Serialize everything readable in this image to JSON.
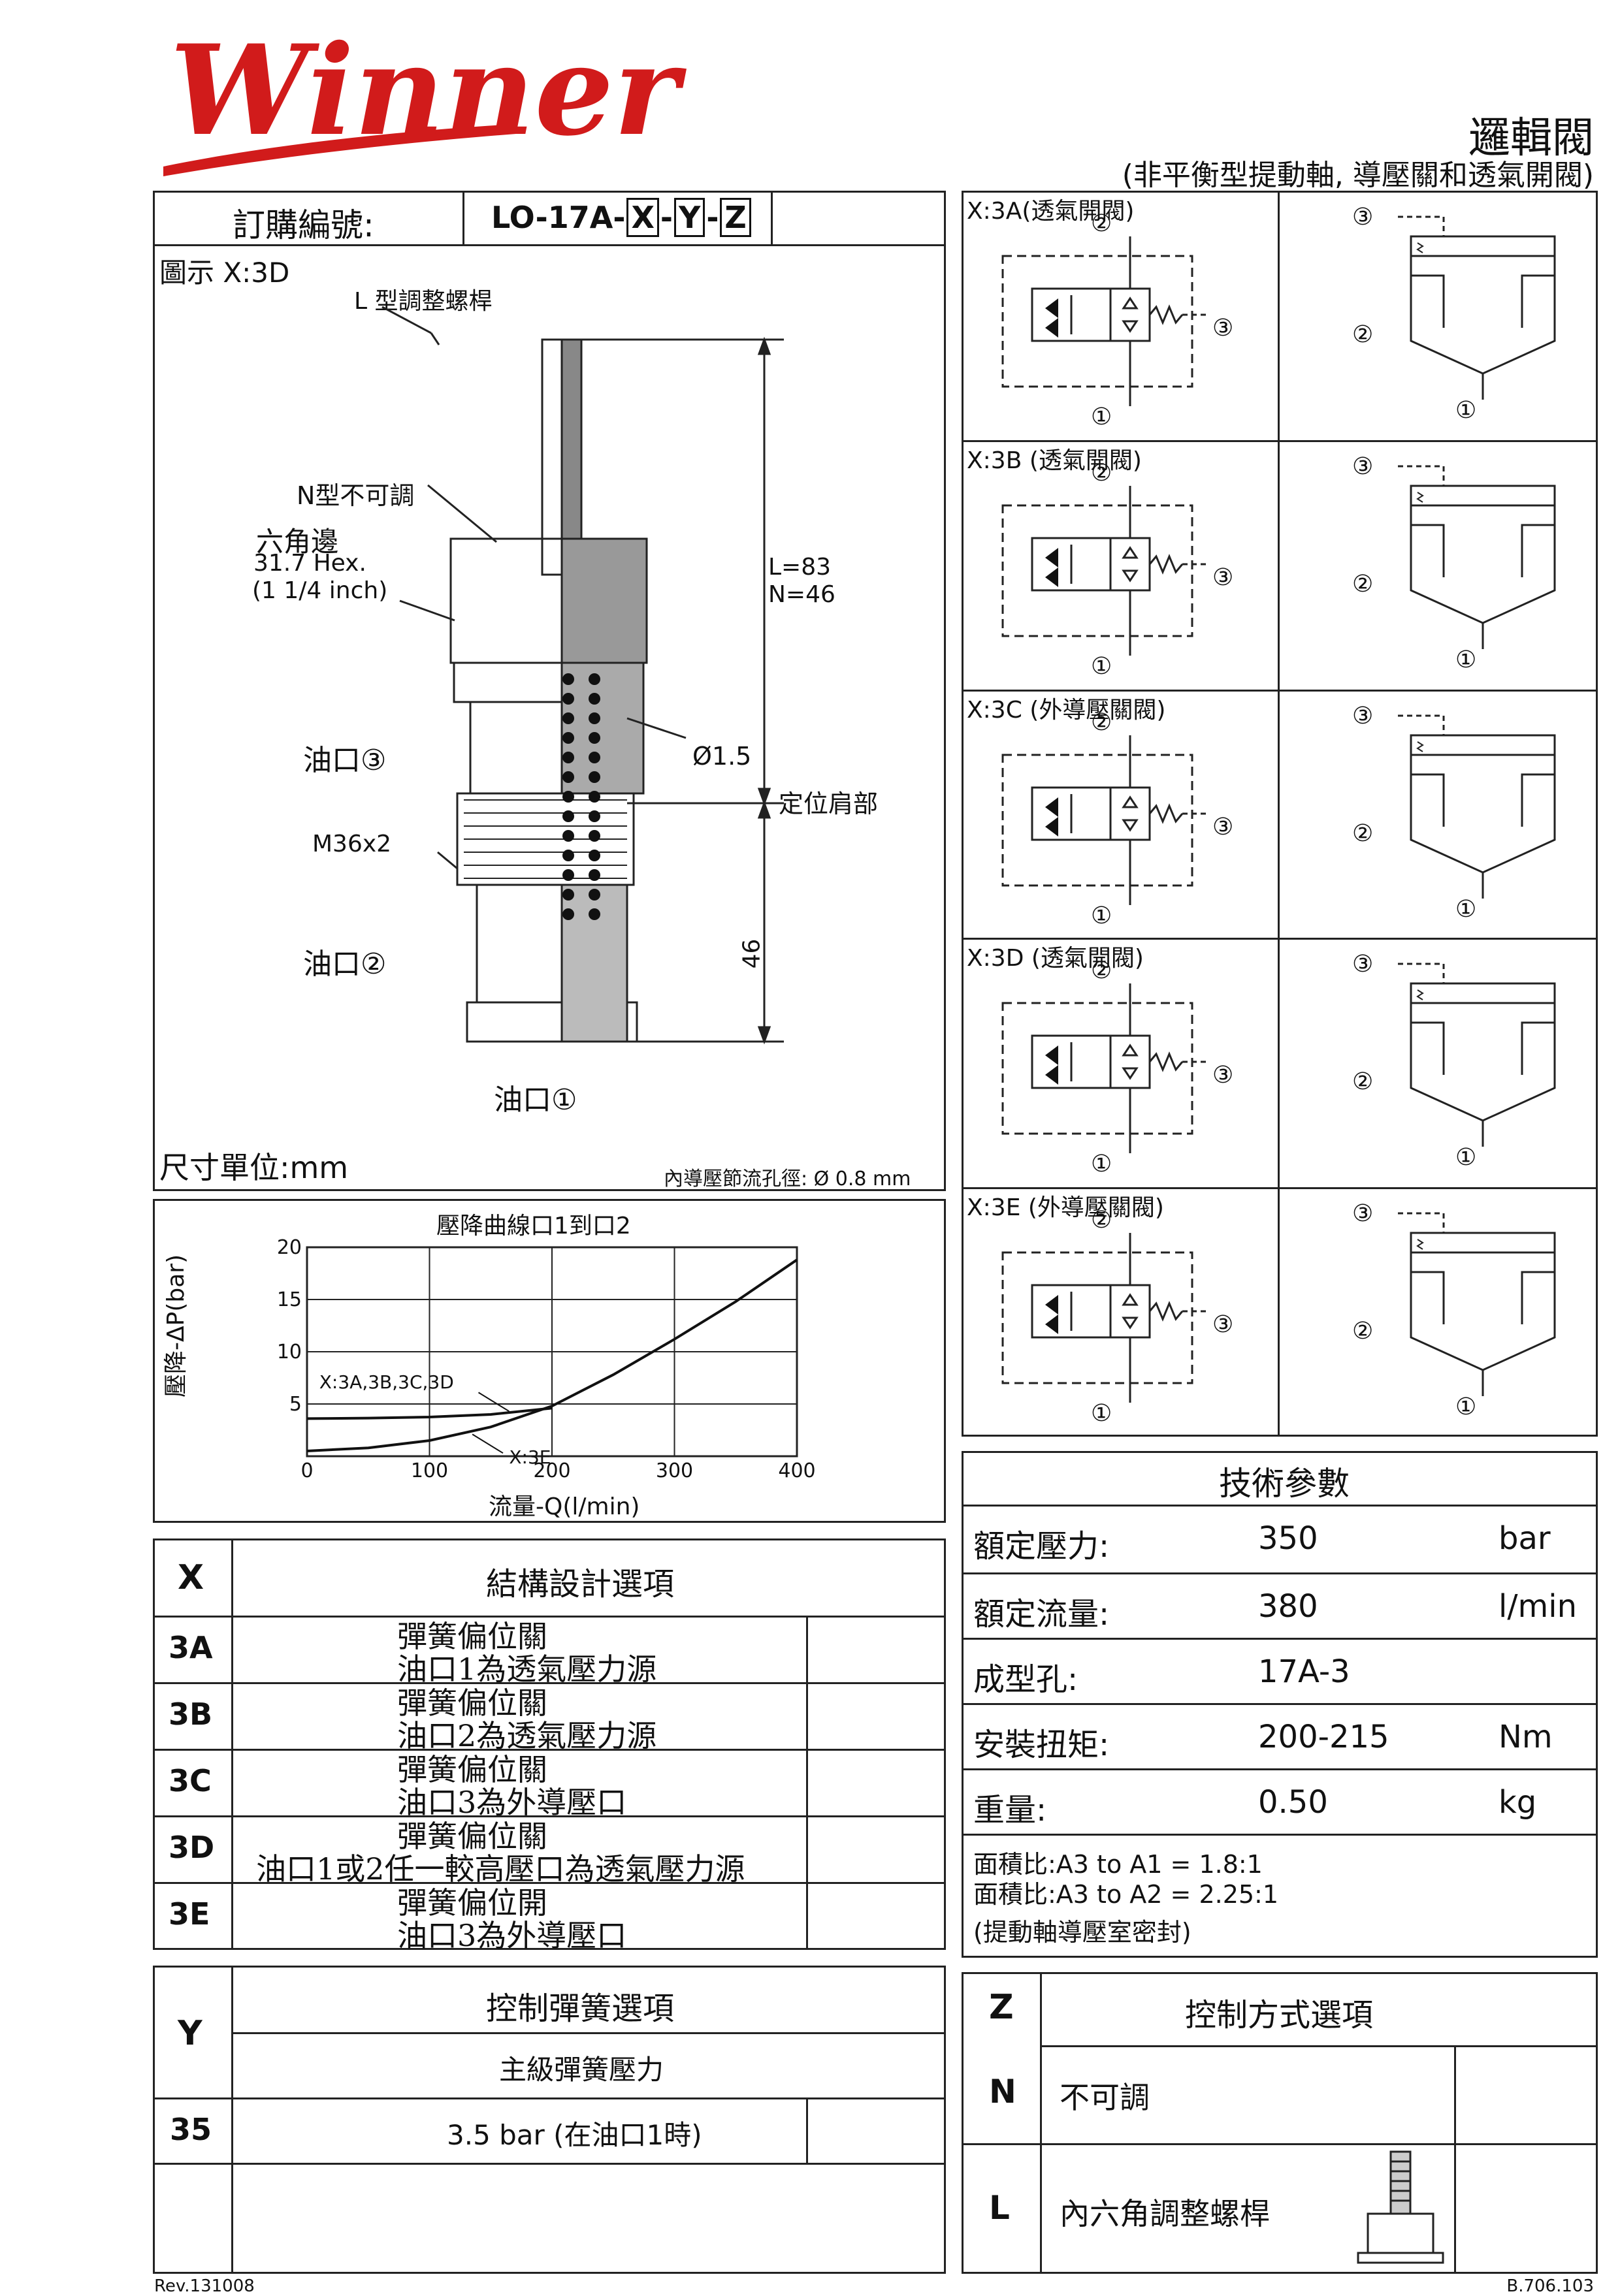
{
  "brand": {
    "logo": "Winner"
  },
  "header": {
    "title": "邏輯閥",
    "subtitle": "(非平衡型提動軸, 導壓關和透氣開閥)"
  },
  "order": {
    "label": "訂購編號:",
    "prefix": "LO-17A-",
    "x": "X",
    "y": "Y",
    "z": "Z",
    "sep": "-"
  },
  "drawing": {
    "caption": "圖示 X:3D",
    "adjust_screw": "L 型調整螺桿",
    "n_type": "N型不可調",
    "hex_label": "六角邊",
    "hex_size": "31.7  Hex.",
    "hex_inch": "(1 1/4 inch)",
    "port3": "油口③",
    "thread": "M36x2",
    "port2": "油口②",
    "port1": "油口①",
    "dim_l": "L=83",
    "dim_n": "N=46",
    "orifice": "Ø1.5",
    "shoulder": "定位肩部",
    "dim_46": "46",
    "unit": "尺寸單位:mm",
    "pilot_orifice": "內導壓節流孔徑: Ø 0.8 mm"
  },
  "chart": {
    "title": "壓降曲線口1到口2",
    "ylabel": "壓降-ΔP(bar)",
    "xlabel": "流量-Q(l/min)",
    "label_a": "X:3A,3B,3C,3D",
    "label_e": "X:3E"
  },
  "chart_data": {
    "type": "line",
    "title": "壓降曲線口1到口2",
    "xlabel": "流量-Q(l/min)",
    "ylabel": "壓降-ΔP(bar)",
    "xlim": [
      0,
      400
    ],
    "ylim": [
      0,
      20
    ],
    "xticks": [
      0,
      100,
      200,
      300,
      400
    ],
    "yticks": [
      5,
      10,
      15,
      20
    ],
    "grid": true,
    "series": [
      {
        "name": "X:3A,3B,3C,3D",
        "x": [
          0,
          50,
          100,
          150,
          200
        ],
        "y": [
          3.6,
          3.65,
          3.75,
          4.0,
          4.6
        ]
      },
      {
        "name": "X:3E",
        "x": [
          0,
          50,
          100,
          150,
          200,
          250,
          300,
          350,
          400
        ],
        "y": [
          0.5,
          0.8,
          1.5,
          2.8,
          4.8,
          7.8,
          11.2,
          14.8,
          18.8
        ]
      }
    ]
  },
  "x_options": {
    "head_key": "X",
    "head_title": "結構設計選項",
    "rows": [
      {
        "code": "3A",
        "line1": "彈簧偏位關",
        "line2": "油口1為透氣壓力源"
      },
      {
        "code": "3B",
        "line1": "彈簧偏位關",
        "line2": "油口2為透氣壓力源"
      },
      {
        "code": "3C",
        "line1": "彈簧偏位關",
        "line2": "油口3為外導壓口"
      },
      {
        "code": "3D",
        "line1": "彈簧偏位關",
        "line2": "油口1或2任一較高壓口為透氣壓力源"
      },
      {
        "code": "3E",
        "line1": "彈簧偏位開",
        "line2": "油口3為外導壓口"
      }
    ]
  },
  "y_options": {
    "head_key": "Y",
    "head_title": "控制彈簧選項",
    "sub_title": "主級彈簧壓力",
    "rows": [
      {
        "code": "35",
        "value": "3.5 bar (在油口1時)"
      }
    ]
  },
  "z_options": {
    "head_key": "Z",
    "head_title": "控制方式選項",
    "rows": [
      {
        "code": "N",
        "value": "不可調"
      },
      {
        "code": "L",
        "value": "內六角調整螺桿"
      }
    ]
  },
  "symbols": [
    {
      "title": "X:3A(透氣開閥)",
      "p1": "①",
      "p2": "②",
      "p3": "③"
    },
    {
      "title": "X:3B (透氣開閥)",
      "p1": "①",
      "p2": "②",
      "p3": "③"
    },
    {
      "title": "X:3C (外導壓關閥)",
      "p1": "①",
      "p2": "②",
      "p3": "③"
    },
    {
      "title": "X:3D (透氣開閥)",
      "p1": "①",
      "p2": "②",
      "p3": "③"
    },
    {
      "title": "X:3E (外導壓關閥)",
      "p1": "①",
      "p2": "②",
      "p3": "③"
    }
  ],
  "tech": {
    "title": "技術參數",
    "rows": [
      {
        "label": "額定壓力:",
        "value": "350",
        "unit": "bar"
      },
      {
        "label": "額定流量:",
        "value": "380",
        "unit": "l/min"
      },
      {
        "label": "成型孔:",
        "value": "17A-3",
        "unit": ""
      },
      {
        "label": "安裝扭矩:",
        "value": "200-215",
        "unit": "Nm"
      },
      {
        "label": "重量:",
        "value": "0.50",
        "unit": "kg"
      }
    ],
    "note1": "面積比:A3 to A1 = 1.8:1",
    "note2": "面積比:A3 to A2 = 2.25:1",
    "note3": "(提動軸導壓室密封)"
  },
  "footer": {
    "rev": "Rev.131008",
    "code": "B.706.103"
  }
}
